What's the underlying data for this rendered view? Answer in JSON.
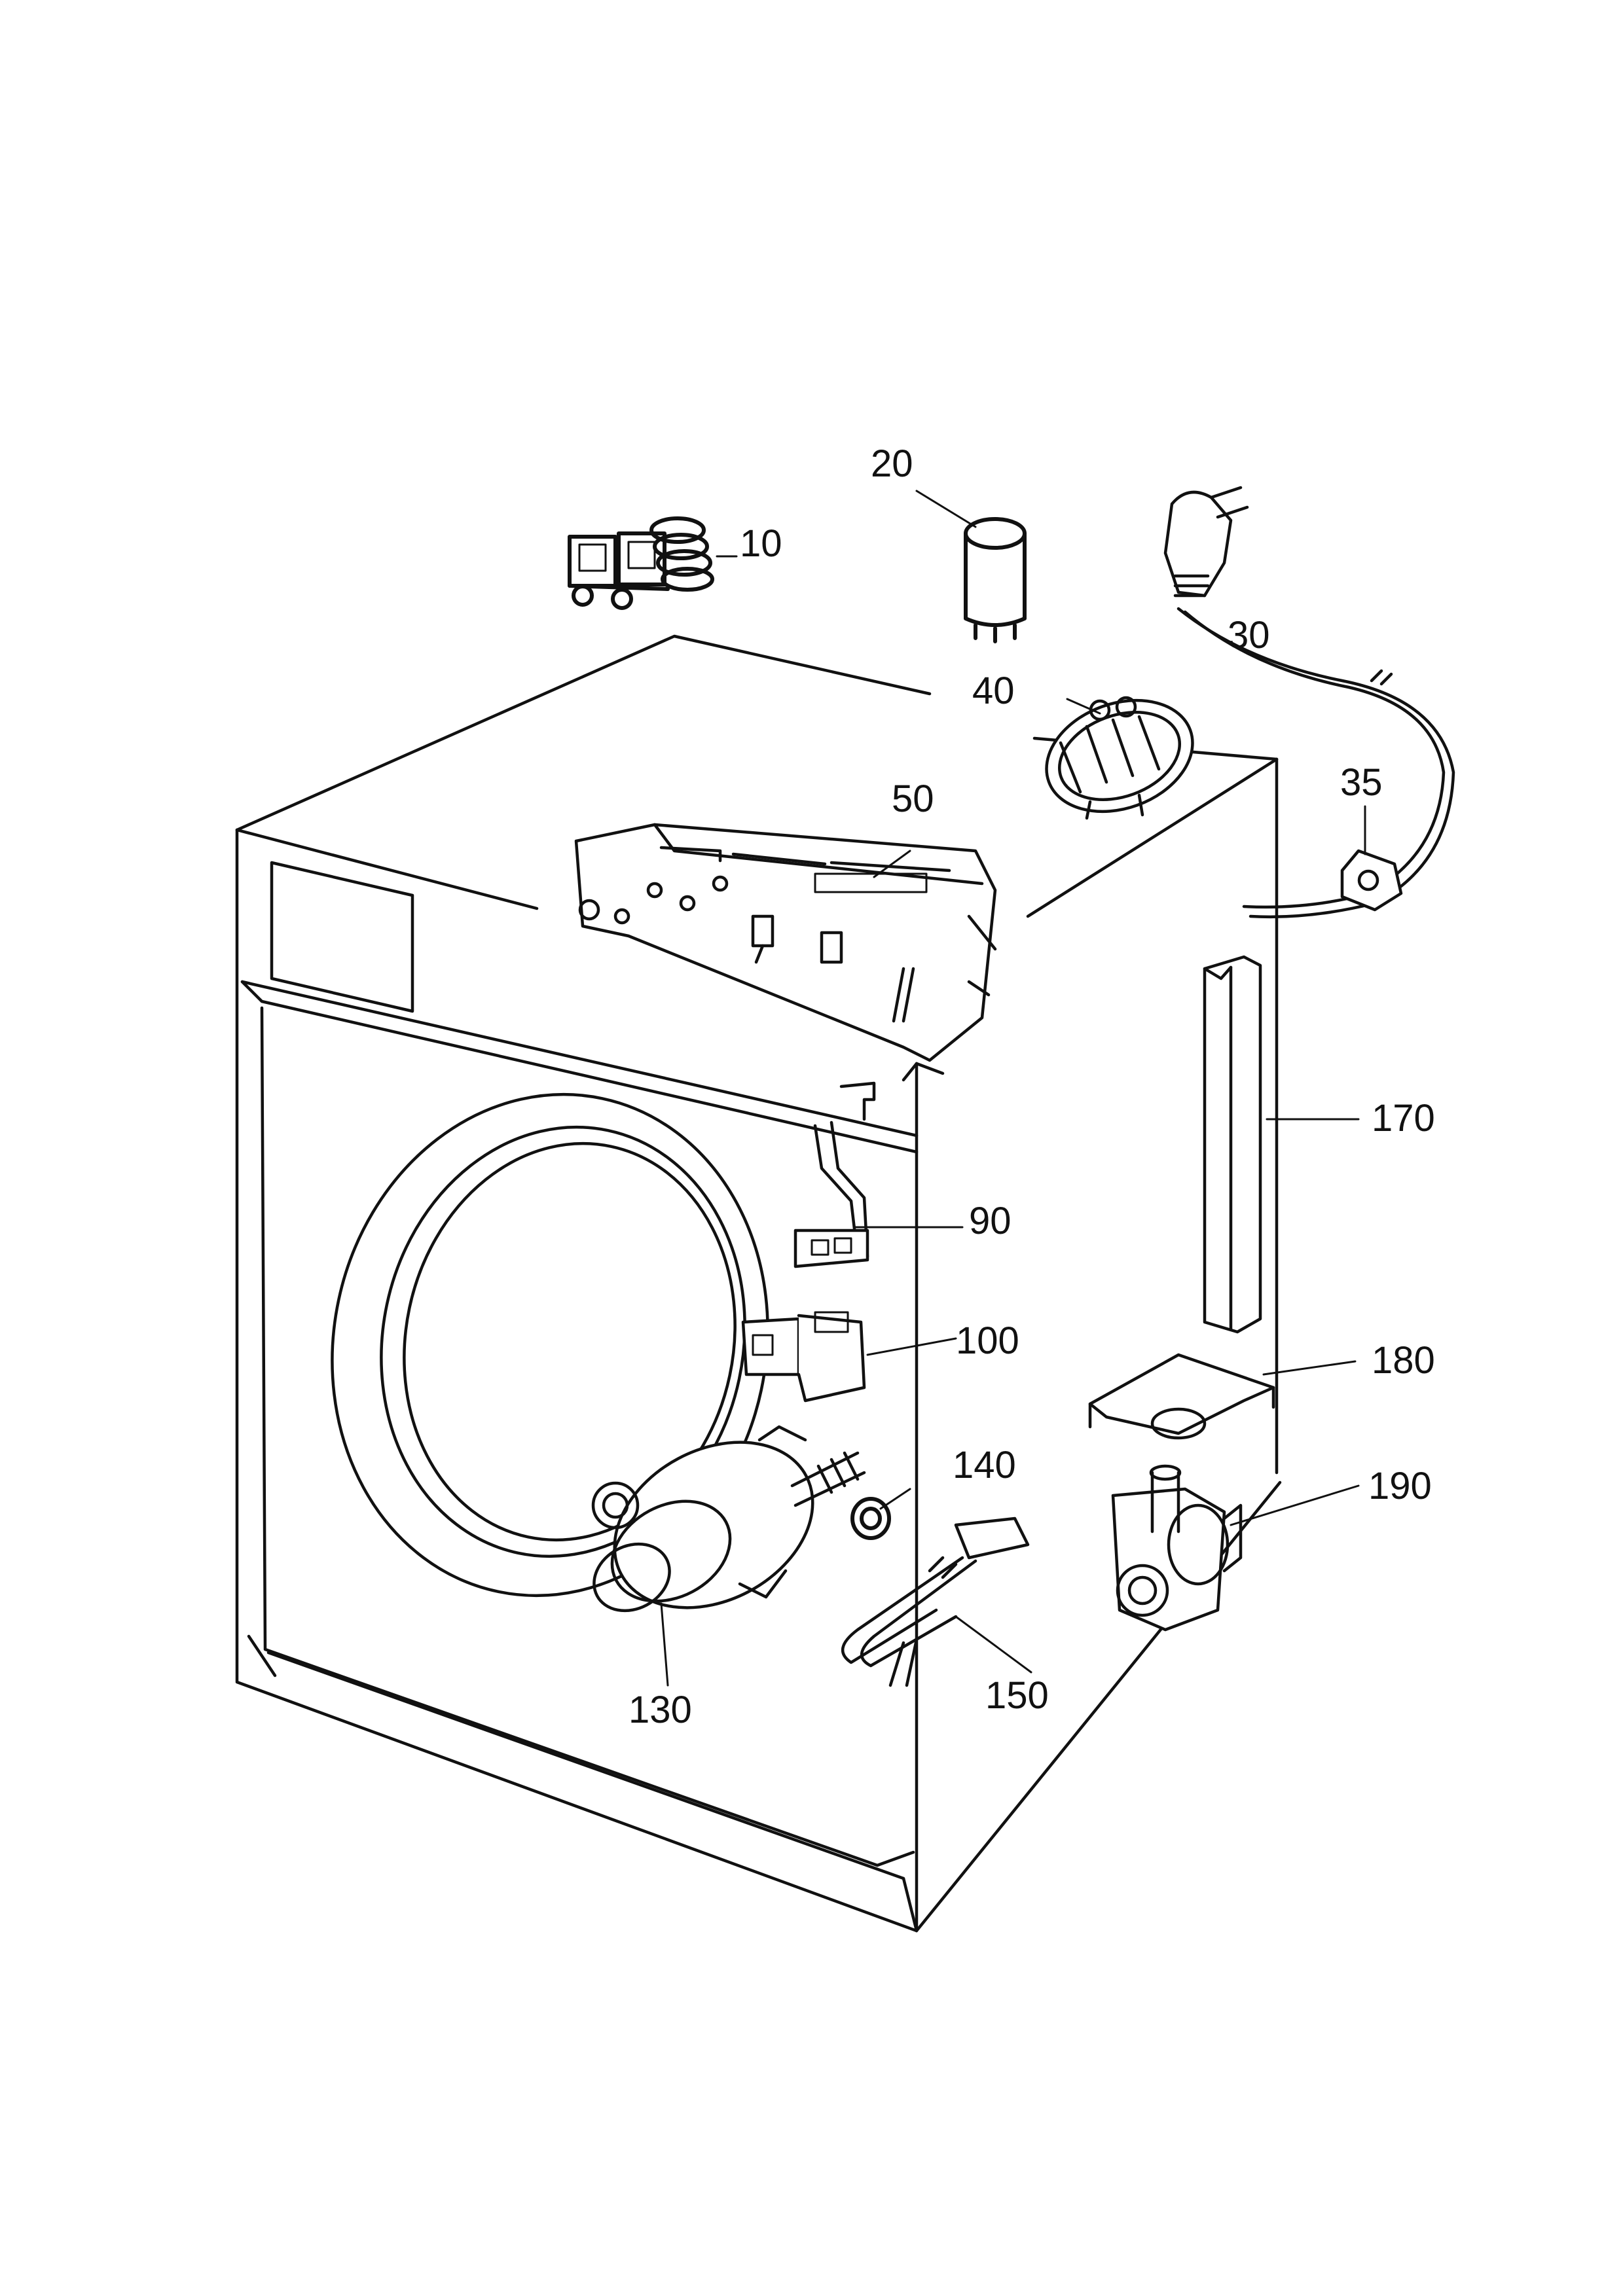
{
  "parts": [
    {
      "id": "10",
      "label": "10",
      "icon": "valve-icon"
    },
    {
      "id": "20",
      "label": "20",
      "icon": "capacitor-icon"
    },
    {
      "id": "30",
      "label": "30",
      "icon": "power-cord-icon"
    },
    {
      "id": "35",
      "label": "35",
      "icon": "cord-clamp-icon"
    },
    {
      "id": "40",
      "label": "40",
      "icon": "pressure-switch-icon"
    },
    {
      "id": "50",
      "label": "50",
      "icon": "control-board-icon"
    },
    {
      "id": "90",
      "label": "90",
      "icon": "door-interlock-icon"
    },
    {
      "id": "100",
      "label": "100",
      "icon": "door-lock-icon"
    },
    {
      "id": "130",
      "label": "130",
      "icon": "motor-icon"
    },
    {
      "id": "140",
      "label": "140",
      "icon": "suppressor-icon"
    },
    {
      "id": "150",
      "label": "150",
      "icon": "heater-element-icon"
    },
    {
      "id": "170",
      "label": "170",
      "icon": "cable-channel-icon"
    },
    {
      "id": "180",
      "label": "180",
      "icon": "bracket-icon"
    },
    {
      "id": "190",
      "label": "190",
      "icon": "drain-pump-icon"
    }
  ],
  "colors": {
    "ink": "#111111",
    "paper": "#ffffff"
  }
}
